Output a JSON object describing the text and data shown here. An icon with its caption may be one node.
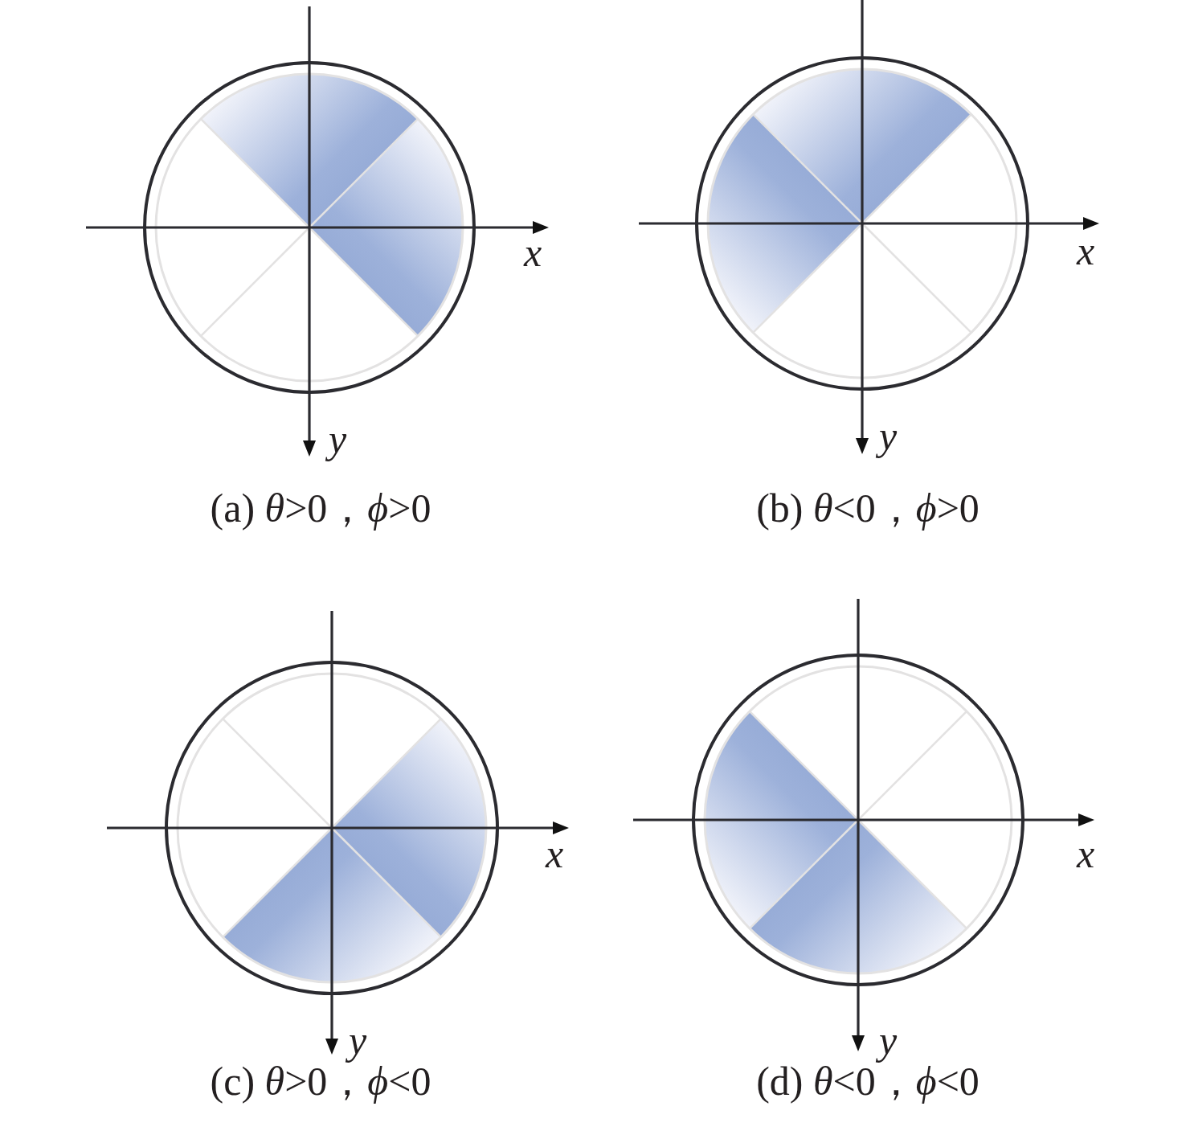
{
  "diagram": {
    "labels": [
      "x",
      "x",
      "y",
      "y",
      "(a) *θ*>0，*ϕ*>0",
      "(b) *θ*<0，*ϕ*>0",
      "x",
      "x",
      "y",
      "y",
      "(c) *θ*>0，*ϕ*<0",
      "(d) *θ*<0，*ϕ*<0"
    ]
  }
}
